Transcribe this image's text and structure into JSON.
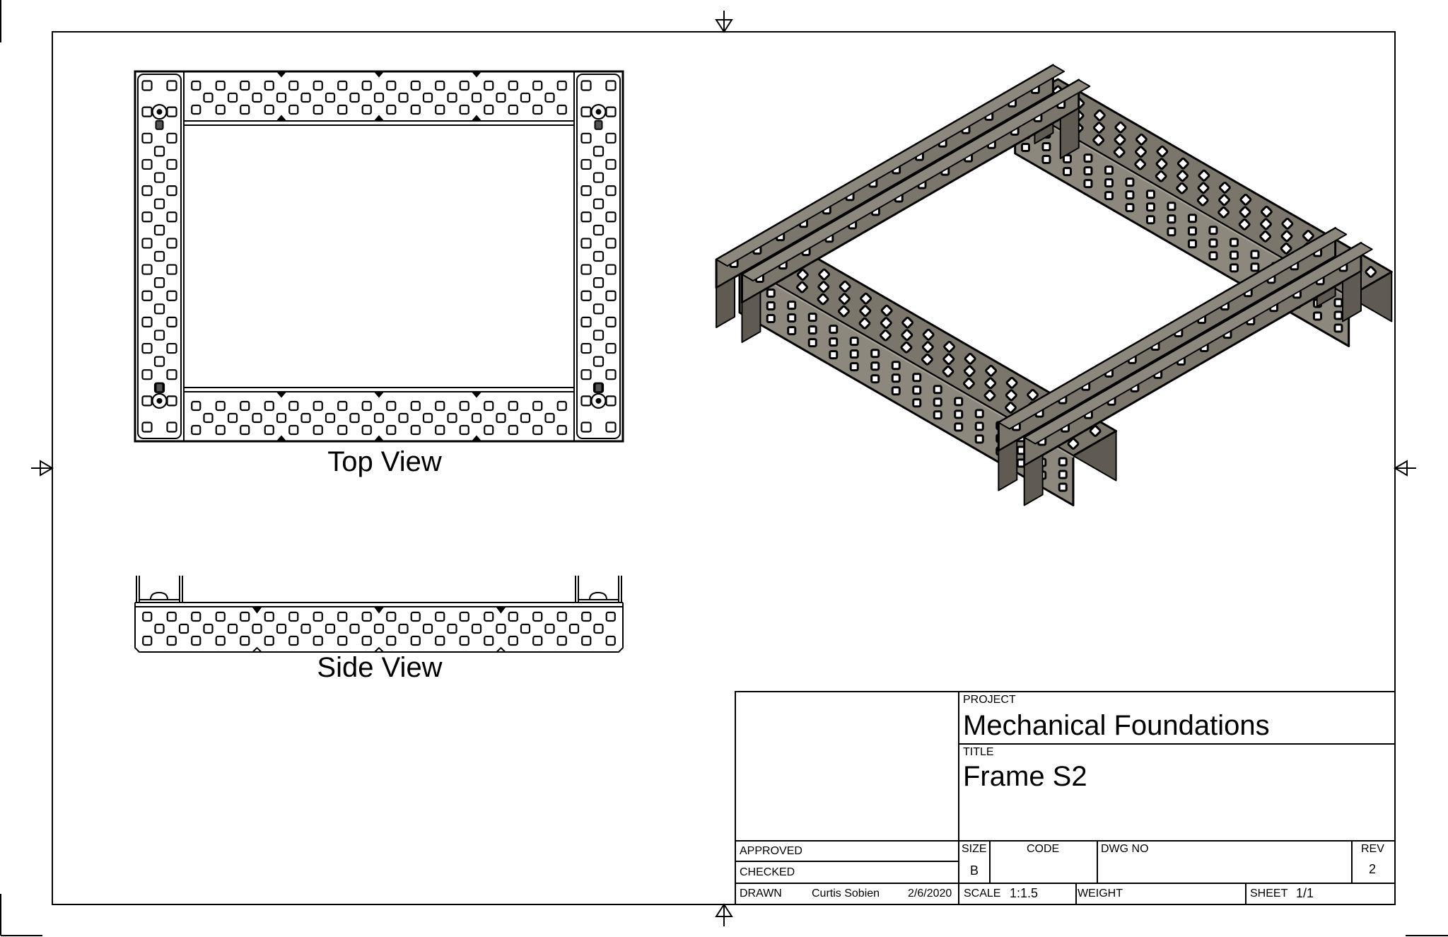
{
  "sheet": {
    "border_color": "#000000",
    "metal_fill": "#7a766b",
    "metal_fill_dark": "#5f5b52",
    "metal_fill_light": "#8c887d"
  },
  "views": {
    "top_view_label": "Top View",
    "side_view_label": "Side View",
    "isometric_label": ""
  },
  "geometry": {
    "top_view": {
      "horizontal_rail_holes_outer_row": 16,
      "horizontal_rail_holes_middle_row": 15,
      "vertical_rail_holes_per_column": 14,
      "vertical_rail_center_holes": 12
    },
    "side_view": {
      "holes_outer_rows": 20,
      "holes_middle_row": 19
    }
  },
  "title_block": {
    "project_label": "PROJECT",
    "project_value": "Mechanical Foundations",
    "title_label": "TITLE",
    "title_value": "Frame S2",
    "approved_label": "APPROVED",
    "checked_label": "CHECKED",
    "drawn_label": "DRAWN",
    "drawn_by": "Curtis Sobien",
    "drawn_date": "2/6/2020",
    "size_label": "SIZE",
    "size_value": "B",
    "code_label": "CODE",
    "code_value": "",
    "dwg_no_label": "DWG NO",
    "dwg_no_value": "",
    "rev_label": "REV",
    "rev_value": "2",
    "scale_label": "SCALE",
    "scale_value": "1:1.5",
    "weight_label": "WEIGHT",
    "weight_value": "",
    "sheet_label": "SHEET",
    "sheet_value": "1/1"
  }
}
